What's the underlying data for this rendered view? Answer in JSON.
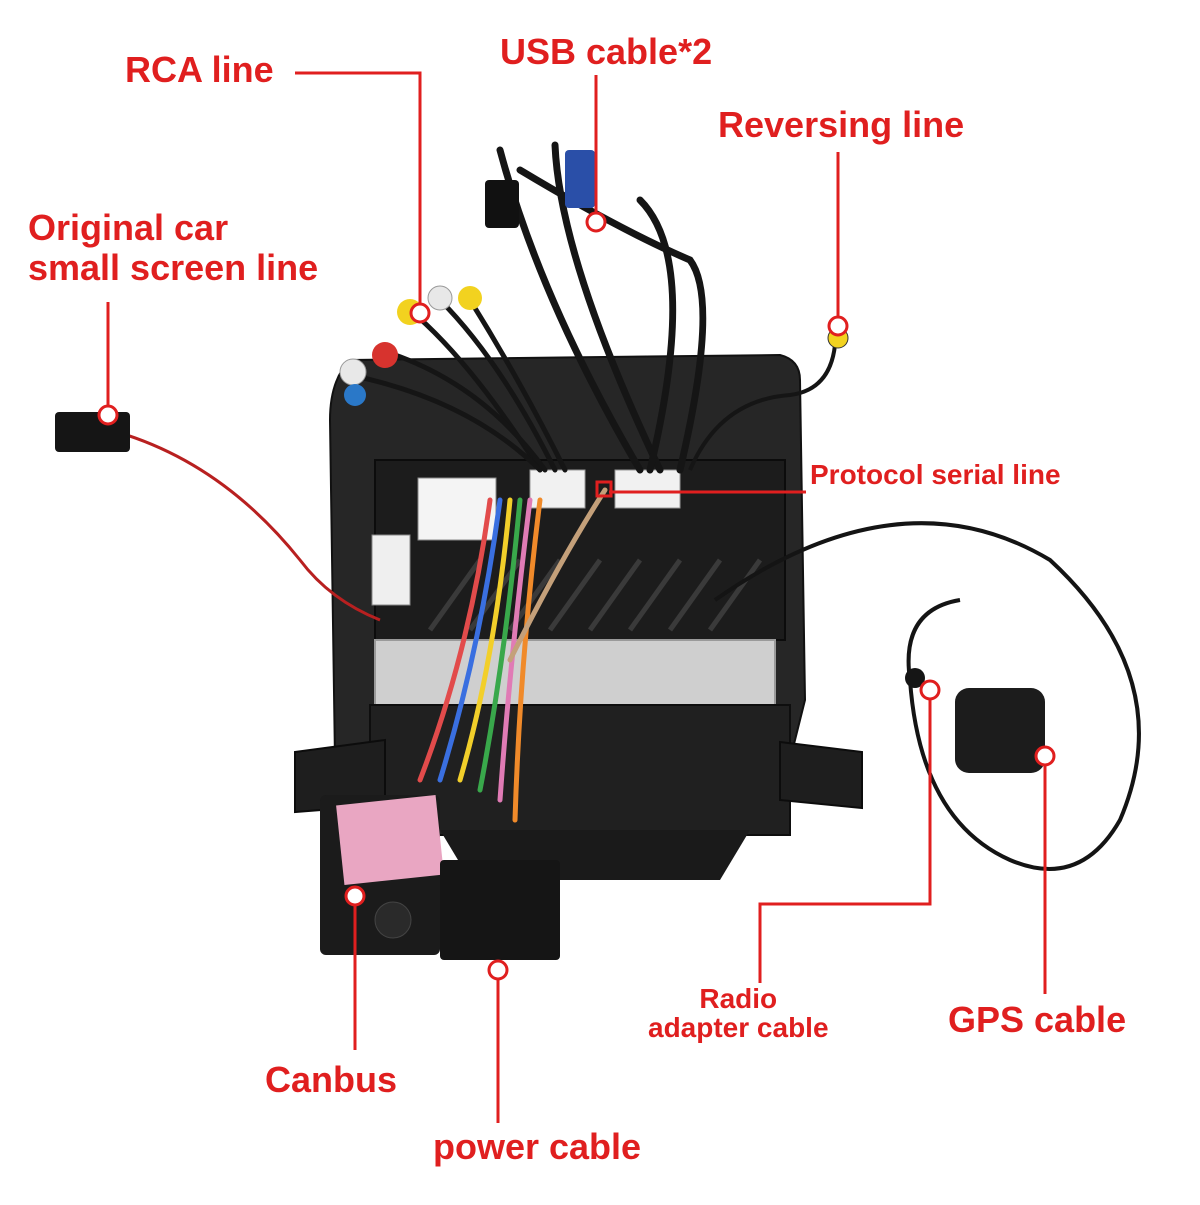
{
  "labels": {
    "rca_line": "RCA line",
    "usb_cable": "USB cable*2",
    "reversing_line": "Reversing line",
    "original_car_line_1": "Original car",
    "original_car_line_2": "small screen line",
    "protocol_serial_line": "Protocol serial line",
    "radio_adapter_line_1": "Radio",
    "radio_adapter_line_2": "adapter cable",
    "gps_cable": "GPS cable",
    "canbus": "Canbus",
    "power_cable": "power cable"
  },
  "colors": {
    "accent": "#e01f1f",
    "unit_body": "#222222",
    "canbus_box_label": "#e9a6c2",
    "rca_red": "#d7332e",
    "rca_white": "#e8e8e8",
    "rca_yellow": "#f2d21f",
    "rca_blue": "#2a78c8",
    "usb_blue": "#2a4fa8"
  }
}
